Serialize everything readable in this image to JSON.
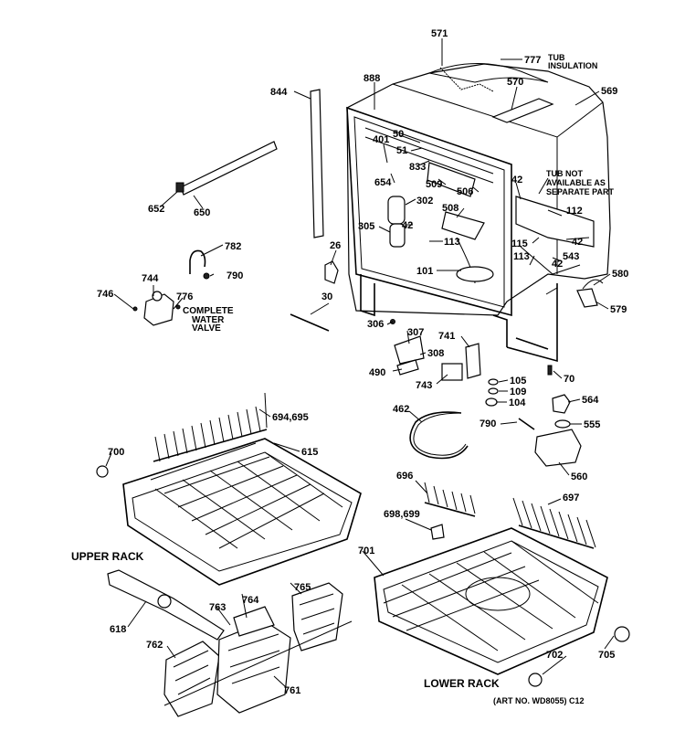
{
  "labels": {
    "571": "571",
    "777": "777",
    "tub_insulation_1": "TUB",
    "tub_insulation_2": "INSULATION",
    "570": "570",
    "569": "569",
    "888": "888",
    "844": "844",
    "401": "401",
    "50": "50",
    "51": "51",
    "833": "833",
    "654": "654",
    "509": "509",
    "506": "506",
    "302": "302",
    "508": "508",
    "305": "305",
    "42a": "42",
    "42b": "42",
    "42c": "42",
    "42d": "42",
    "113a": "113",
    "113b": "113",
    "101": "101",
    "112": "112",
    "115": "115",
    "543": "543",
    "tub_note_1": "TUB NOT",
    "tub_note_2": "AVAILABLE AS",
    "tub_note_3": "SEPARATE PART",
    "652": "652",
    "650": "650",
    "782": "782",
    "790a": "790",
    "26": "26",
    "744": "744",
    "746": "746",
    "776": "776",
    "complete_1": "COMPLETE",
    "complete_2": "WATER",
    "complete_3": "VALVE",
    "30": "30",
    "580": "580",
    "579": "579",
    "306": "306",
    "307": "307",
    "741": "741",
    "308": "308",
    "490": "490",
    "743": "743",
    "105": "105",
    "109": "109",
    "70": "70",
    "104": "104",
    "564": "564",
    "462": "462",
    "790b": "790",
    "555": "555",
    "694": "694,695",
    "700": "700",
    "615": "615",
    "560": "560",
    "696": "696",
    "697": "697",
    "698": "698,699",
    "upper_rack": "UPPER RACK",
    "701": "701",
    "618": "618",
    "764": "764",
    "765": "765",
    "763": "763",
    "762": "762",
    "761": "761",
    "702": "702",
    "705": "705",
    "lower_rack": "LOWER RACK",
    "art_no": "(ART NO. WD8055) C12"
  }
}
